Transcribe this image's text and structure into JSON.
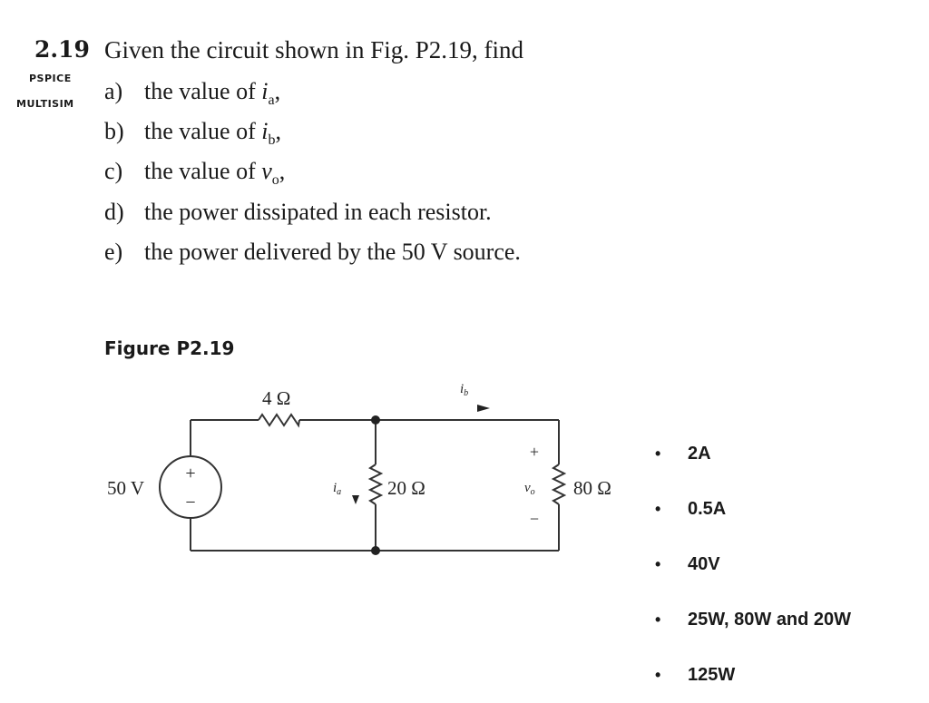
{
  "problem": {
    "number": "2.19",
    "tags": [
      "PSPICE",
      "MULTISIM"
    ],
    "stem": "Given the circuit shown in Fig. P2.19, find",
    "parts": [
      {
        "label": "a)",
        "text": "the value of ",
        "var": "i",
        "sub": "a",
        "end": ","
      },
      {
        "label": "b)",
        "text": "the value of ",
        "var": "i",
        "sub": "b",
        "end": ","
      },
      {
        "label": "c)",
        "text": "the value of ",
        "var": "v",
        "sub": "o",
        "end": ","
      },
      {
        "label": "d)",
        "text": "the power dissipated in each resistor.",
        "var": "",
        "sub": "",
        "end": ""
      },
      {
        "label": "e)",
        "text": "the power delivered by the 50 V source.",
        "var": "",
        "sub": "",
        "end": ""
      }
    ]
  },
  "figure": {
    "caption": "Figure P2.19",
    "source_label": "50 V",
    "source_plus": "+",
    "source_minus": "−",
    "r1_label": "4 Ω",
    "r2_label": "20 Ω",
    "r3_label": "80 Ω",
    "ia_label": "i",
    "ia_sub": "a",
    "ib_label": "i",
    "ib_sub": "b",
    "vo_label": "v",
    "vo_sub": "o",
    "vo_plus": "+",
    "vo_minus": "−"
  },
  "answers": [
    "2A",
    "0.5A",
    "40V",
    "25W, 80W and 20W",
    "125W"
  ],
  "answer_bullet": "•"
}
